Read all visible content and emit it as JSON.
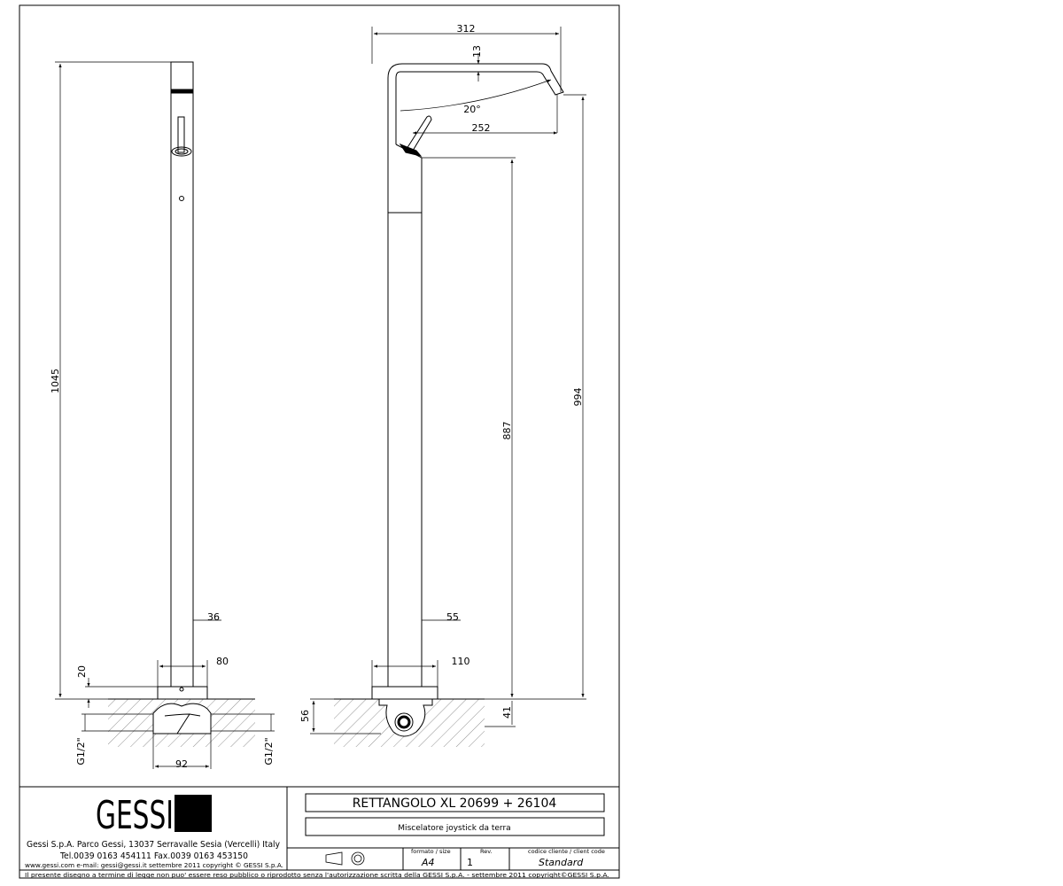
{
  "drawing": {
    "side_view": {
      "dim_height": "1045",
      "dim_tube_diameter": "36",
      "dim_base_diameter": "80",
      "dim_base_height": "20",
      "dim_body_width": "92",
      "dim_thread_left": "G1/2\"",
      "dim_thread_right": "G1/2\""
    },
    "front_view": {
      "dim_total_width": "312",
      "dim_spout_thickness": "13",
      "dim_spout_angle": "20°",
      "dim_handle_reach": "252",
      "dim_spout_height": "994",
      "dim_handle_height": "887",
      "dim_tube_diameter": "55",
      "dim_base_diameter": "110",
      "dim_embed_depth": "56",
      "dim_base_offset": "41"
    }
  },
  "title_block": {
    "brand_logo": "GESSI",
    "company_address": "Gessi S.p.A. Parco Gessi, 13037 Serravalle Sesia (Vercelli) Italy",
    "company_phone": "Tel.0039  0163  454111  Fax.0039  0163  453150",
    "company_web": "www.gessi.com   e-mail: gessi@gessi.it   settembre 2011  copyright © GESSI S.p.A.",
    "product_name": "RETTANGOLO XL  20699 + 26104",
    "product_description": "Miscelatore joystick da terra",
    "format_label": "formato / size",
    "format_value": "A4",
    "revision_label": "Rev.",
    "revision_value": "1",
    "client_code_label": "codice cliente / client code",
    "client_code_value": "Standard",
    "legal_notice": "Il presente disegno a termine di legge non puo' essere reso pubblico o riprodotto senza l'autorizzazione scritta della GESSI S.p.A. - settembre 2011 copyright©GESSI S.p.A."
  }
}
